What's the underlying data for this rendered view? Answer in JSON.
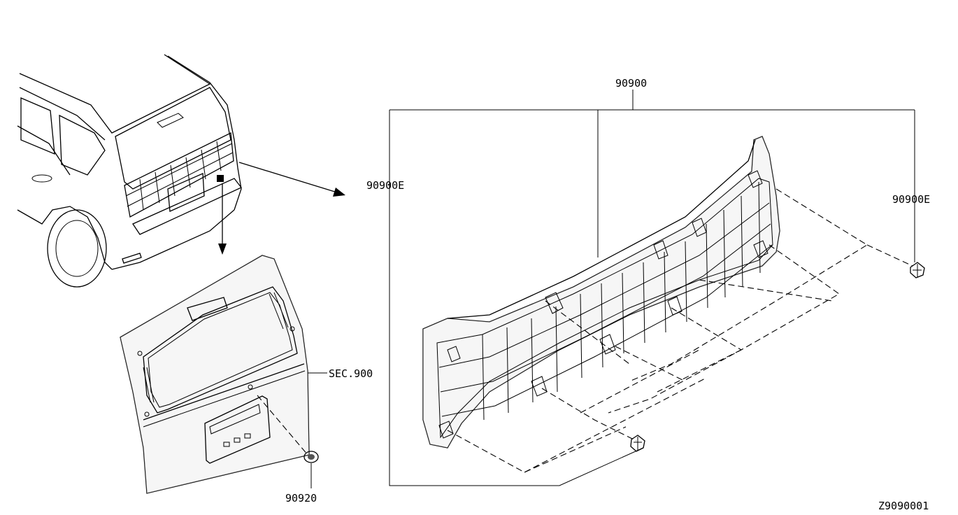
{
  "labels": {
    "part_90900": "90900",
    "part_90900E_left": "90900E",
    "part_90900E_right": "90900E",
    "sec_900": "SEC.900",
    "part_90920": "90920",
    "diagram_code": "Z9090001"
  }
}
